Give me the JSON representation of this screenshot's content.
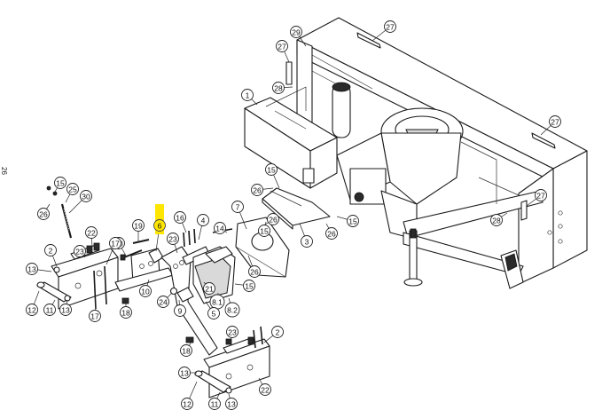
{
  "page_mark": "26",
  "highlight_color": "#ffe600",
  "highlighted_part": "6",
  "callouts": [
    {
      "id": "c27a",
      "label": "27"
    },
    {
      "id": "c29",
      "label": "29"
    },
    {
      "id": "c27b",
      "label": "27"
    },
    {
      "id": "c28a",
      "label": "28"
    },
    {
      "id": "c1",
      "label": "1"
    },
    {
      "id": "c27c",
      "label": "27"
    },
    {
      "id": "c27d",
      "label": "27"
    },
    {
      "id": "c28b",
      "label": "28"
    },
    {
      "id": "c15a",
      "label": "15"
    },
    {
      "id": "c26a",
      "label": "26"
    },
    {
      "id": "c15b",
      "label": "15"
    },
    {
      "id": "c26b",
      "label": "26"
    },
    {
      "id": "c3",
      "label": "3"
    },
    {
      "id": "c7",
      "label": "7"
    },
    {
      "id": "c26c",
      "label": "26"
    },
    {
      "id": "c15c",
      "label": "15"
    },
    {
      "id": "c26d",
      "label": "26"
    },
    {
      "id": "c15d",
      "label": "15"
    },
    {
      "id": "c81",
      "label": "8.1"
    },
    {
      "id": "c82",
      "label": "8.2"
    },
    {
      "id": "c21",
      "label": "21"
    },
    {
      "id": "c5",
      "label": "5"
    },
    {
      "id": "c14",
      "label": "14"
    },
    {
      "id": "c4",
      "label": "4"
    },
    {
      "id": "c16",
      "label": "16"
    },
    {
      "id": "c23a",
      "label": "23"
    },
    {
      "id": "c6",
      "label": "6"
    },
    {
      "id": "c19",
      "label": "19"
    },
    {
      "id": "c20",
      "label": "20"
    },
    {
      "id": "c10",
      "label": "10"
    },
    {
      "id": "c24",
      "label": "24"
    },
    {
      "id": "c9",
      "label": "9"
    },
    {
      "id": "c18a",
      "label": "18"
    },
    {
      "id": "c15e",
      "label": "15"
    },
    {
      "id": "c25",
      "label": "25"
    },
    {
      "id": "c30",
      "label": "30"
    },
    {
      "id": "c26e",
      "label": "26"
    },
    {
      "id": "c2a",
      "label": "2"
    },
    {
      "id": "c22a",
      "label": "22"
    },
    {
      "id": "c23b",
      "label": "23"
    },
    {
      "id": "c13a",
      "label": "13"
    },
    {
      "id": "c12a",
      "label": "12"
    },
    {
      "id": "c11a",
      "label": "11"
    },
    {
      "id": "c13b",
      "label": "13"
    },
    {
      "id": "c17a",
      "label": "17"
    },
    {
      "id": "c17b",
      "label": "17"
    },
    {
      "id": "c23c",
      "label": "23"
    },
    {
      "id": "c2b",
      "label": "2"
    },
    {
      "id": "c18b",
      "label": "18"
    },
    {
      "id": "c13c",
      "label": "13"
    },
    {
      "id": "c22b",
      "label": "22"
    },
    {
      "id": "c12b",
      "label": "12"
    },
    {
      "id": "c11b",
      "label": "11"
    },
    {
      "id": "c13d",
      "label": "13"
    }
  ]
}
